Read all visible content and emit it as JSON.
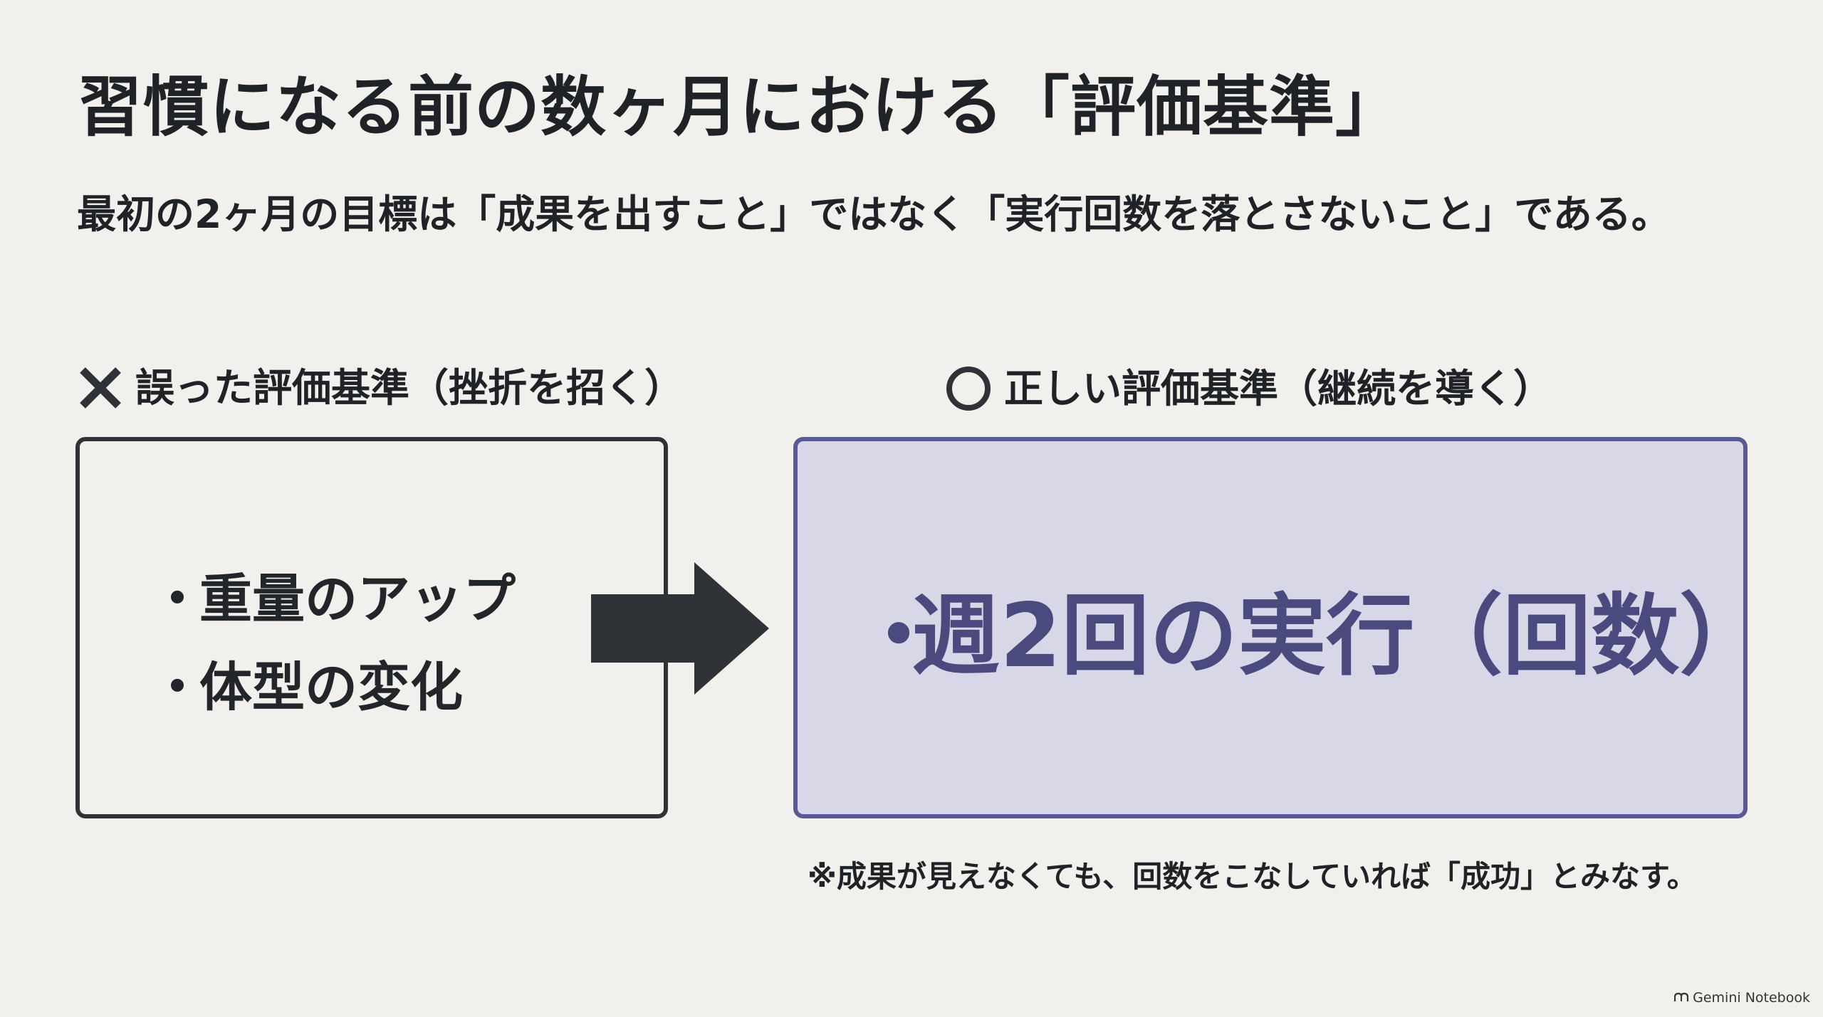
{
  "title": "習慣になる前の数ヶ月における「評価基準」",
  "subtitle": "最初の2ヶ月の目標は「成果を出すこと」ではなく「実行回数を落とさないこと」である。",
  "wrong": {
    "mark": "✕",
    "label": "誤った評価基準（挫折を招く）",
    "bullet_char": "・",
    "items": [
      "重量のアップ",
      "体型の変化"
    ]
  },
  "right": {
    "mark": "〇",
    "label": "正しい評価基準（継続を導く）",
    "bullet_char": "・",
    "text": "週2回の実行（回数）"
  },
  "note": "※成果が見えなくても、回数をこなしていれば「成功」とみなす。",
  "footer": {
    "brand": "Gemini Notebook"
  },
  "colors": {
    "background": "#f1f0ec",
    "text": "#1f2226",
    "accent": "#5a5a92",
    "accent_fill": "#d7d7e7",
    "accent_text": "#4a4a7e",
    "arrow": "#2f3338"
  },
  "icons": {
    "wrong_mark": "cross-icon",
    "right_mark": "circle-icon",
    "arrow": "right-arrow-icon",
    "footer_logo": "notebook-logo-icon"
  }
}
